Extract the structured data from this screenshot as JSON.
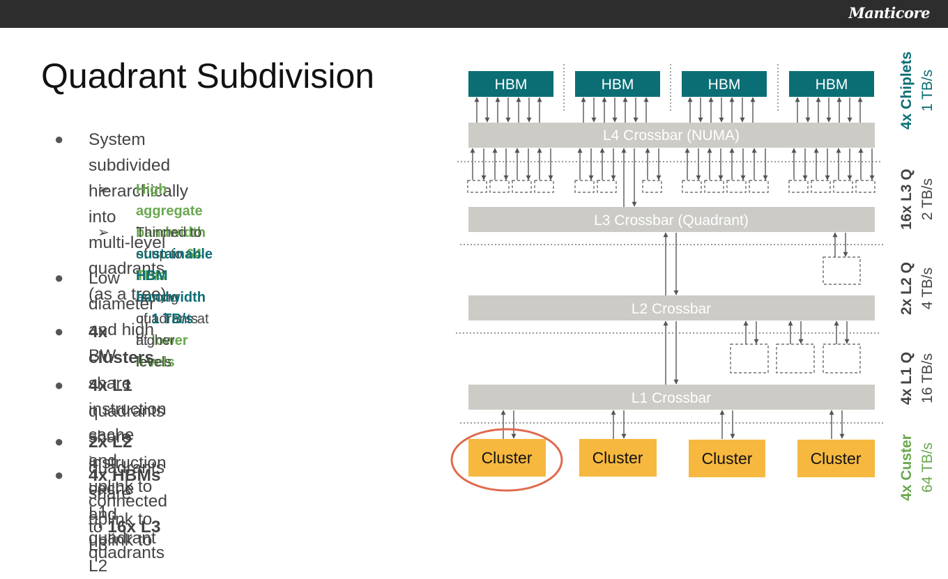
{
  "header": {
    "logo": "Manticore"
  },
  "title": "Quadrant Subdivision",
  "bullets": [
    {
      "line1": "System subdivided hierarchically into",
      "line2": "multi-level quadrants (as a tree)"
    },
    {
      "text": "Low diameter and high BW"
    },
    {
      "bold": "4x clusters",
      "rest1": " share instruction cache and",
      "line2": "uplink to L1 quadrant"
    },
    {
      "bold": "4x L1",
      "rest1": " quadrants share instruction cache",
      "line2": "and uplink to L2"
    },
    {
      "bold": "2x L2",
      "rest1": " quadrants share uplink to L3"
    },
    {
      "bold1": "4x HBMs",
      "mid": " connected to ",
      "bold2": "16x L3",
      "rest": " quadrants"
    }
  ],
  "subbullets": [
    {
      "g1": "High aggregate bandwidth",
      "t1": " of up to ",
      "g2": "64",
      "g3": "TB/s",
      "t2": " among quadrants at ",
      "g4": "lower levels"
    },
    {
      "t1": "Thinned to ",
      "b1": "sustainable HBM bandwidth",
      "t2": "of ",
      "b2": "1 TB/s",
      "t3": " at higher levels"
    }
  ],
  "diagram": {
    "hbm_label": "HBM",
    "l4": "L4 Crossbar (NUMA)",
    "l3": "L3 Crossbar (Quadrant)",
    "l2": "L2 Crossbar",
    "l1": "L1 Crossbar",
    "cluster_label": "Cluster"
  },
  "side_labels": [
    {
      "name": "4x Chiplets",
      "bw": "1 TB/s",
      "color": "#0b6e75"
    },
    {
      "name": "16x L3 Q",
      "bw": "2 TB/s",
      "color": "#444444"
    },
    {
      "name": "2x L2 Q",
      "bw": "4 TB/s",
      "color": "#444444"
    },
    {
      "name": "4x L1 Q",
      "bw": "16 TB/s",
      "color": "#444444"
    },
    {
      "name": "4x Custer",
      "bw": "64 TB/s",
      "color": "#6aa84f"
    }
  ],
  "colors": {
    "hbm": "#0b6e75",
    "crossbar": "#cccbc6",
    "cluster": "#f6b83f",
    "highlight": "#e06a4e",
    "topbar": "#2d2d2d"
  }
}
